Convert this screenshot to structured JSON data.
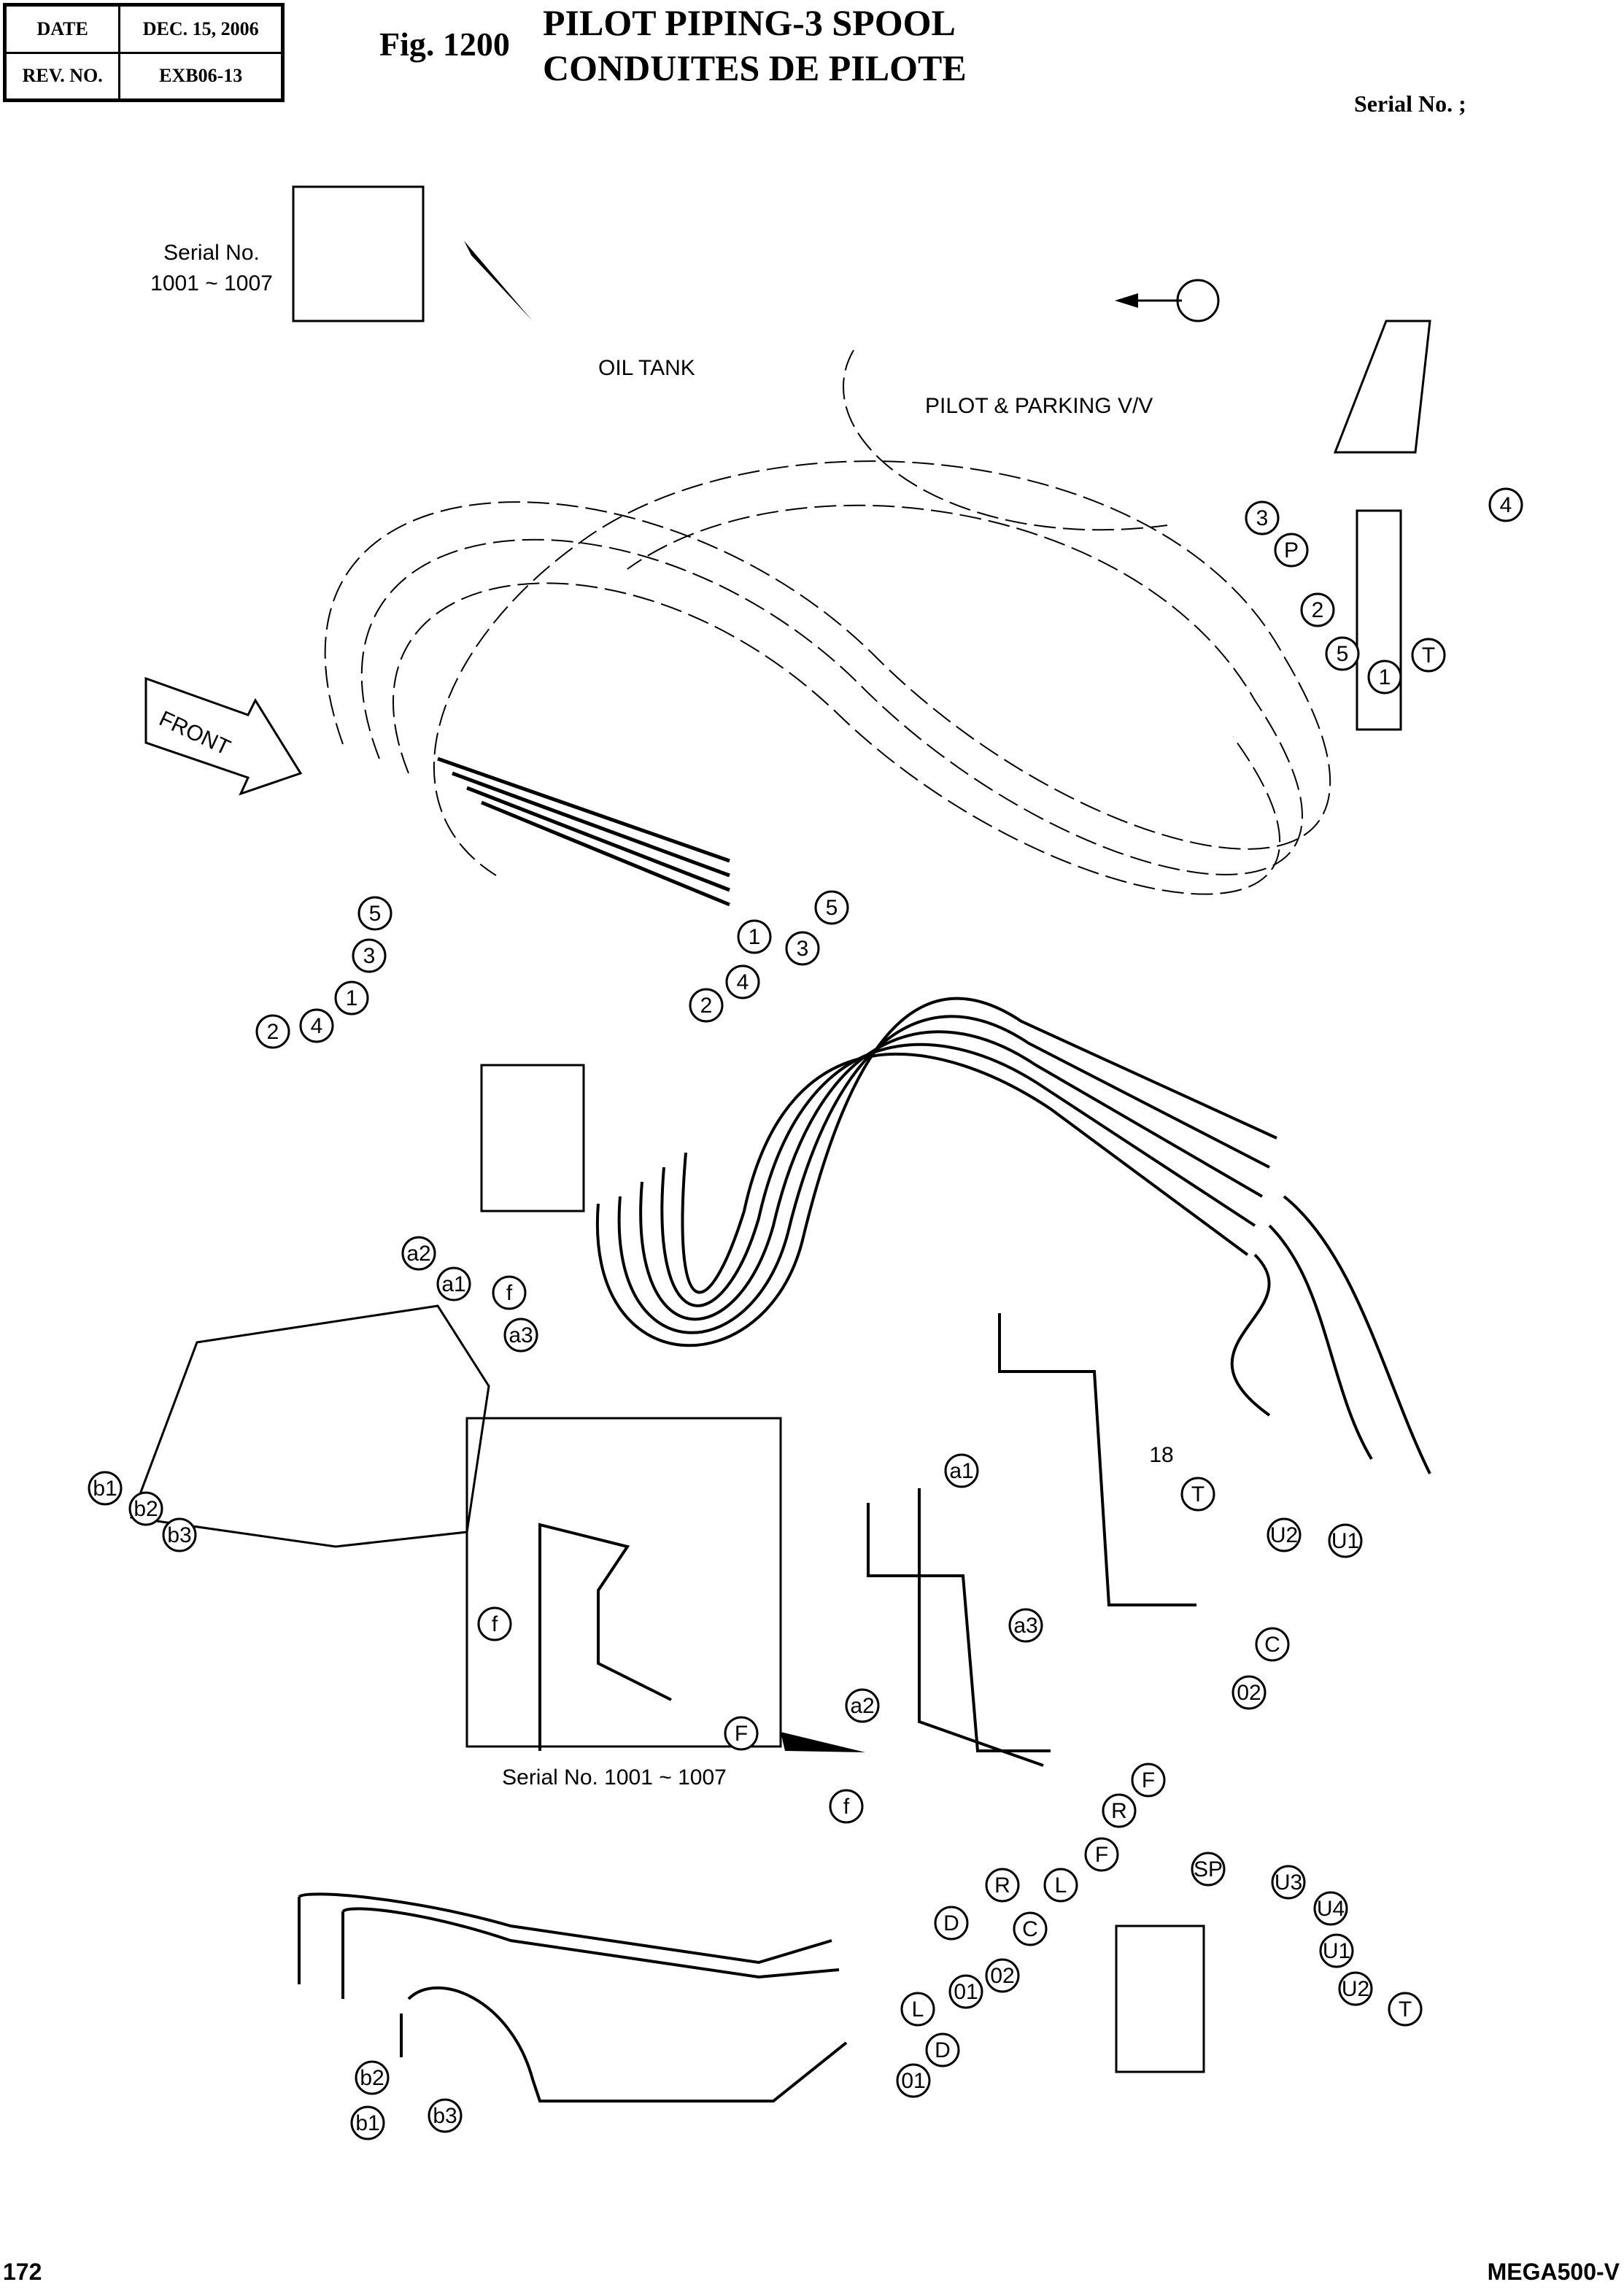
{
  "header": {
    "date_label": "DATE",
    "date_value": "DEC. 15, 2006",
    "rev_label": "REV. NO.",
    "rev_value": "EXB06-13",
    "fig": "Fig. 1200",
    "title_en": "PILOT PIPING-3 SPOOL",
    "title_fr": "CONDUITES DE PILOTE",
    "serial": "Serial No. ;"
  },
  "footer": {
    "page": "172",
    "model": "MEGA500-V"
  },
  "annotations": {
    "serial_top_1": "Serial No.",
    "serial_top_2": "1001 ~ 1007",
    "oil_tank": "OIL TANK",
    "pilot_parking": "PILOT & PARKING V/V",
    "front": "FRONT",
    "serial_inset": "Serial No. 1001 ~ 1007",
    "part_18": "18"
  },
  "callouts": [
    "3",
    "P",
    "2",
    "5",
    "1",
    "T",
    "4",
    "5",
    "1",
    "3",
    "4",
    "2",
    "5",
    "3",
    "1",
    "4",
    "2",
    "a2",
    "a1",
    "f",
    "a3",
    "b1",
    "b2",
    "b3",
    "a1",
    "T",
    "U2",
    "U1",
    "a3",
    "C",
    "02",
    "f",
    "F",
    "a2",
    "F",
    "R",
    "f",
    "R",
    "L",
    "F",
    "SP",
    "U3",
    "U4",
    "U1",
    "U2",
    "T",
    "D",
    "C",
    "01",
    "02",
    "L",
    "D",
    "01",
    "b2",
    "b1",
    "b3"
  ]
}
